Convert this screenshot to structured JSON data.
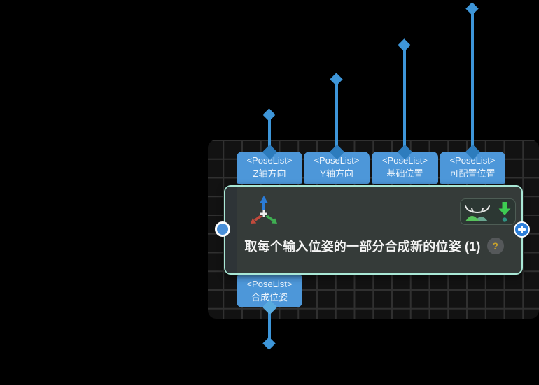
{
  "node": {
    "title": "取每个输入位姿的一部分合成新的位姿 (1)",
    "help_label": "?"
  },
  "ports": {
    "inputs": [
      {
        "type": "<PoseList>",
        "name": "Z轴方向"
      },
      {
        "type": "<PoseList>",
        "name": "Y轴方向"
      },
      {
        "type": "<PoseList>",
        "name": "基础位置"
      },
      {
        "type": "<PoseList>",
        "name": "可配置位置"
      }
    ],
    "output": {
      "type": "<PoseList>",
      "name": "合成位姿"
    }
  },
  "icons": {
    "axis": "pose-axis-icon",
    "visibility": "closed-eye-over-scene-icon",
    "output_save": "green-down-arrow-icon",
    "help": "question-mark-icon",
    "add_port": "plus-icon"
  },
  "colors": {
    "background": "#000000",
    "grid_panel_bg": "#121212",
    "grid_line": "#303030",
    "port_tab_blue": "#4d97d9",
    "wire_blue": "#3e96d9",
    "notch_dark_blue": "#2d7cbd",
    "notch_light_blue": "#58aade",
    "node_bg": "#353b39",
    "node_border_teal": "#a9e8d6",
    "status_panel_bg": "#2c3733",
    "arrow_green": "#3ecb52",
    "hill_green": "#57c35c",
    "hill_teal": "#6aa690",
    "axis_blue": "#2b7cd8",
    "axis_red": "#c14a3c",
    "axis_green": "#3fae52",
    "help_circle_gray": "#55585a",
    "help_question_gold": "#c8a22b",
    "port_circle_blue": "#4a90d9"
  }
}
